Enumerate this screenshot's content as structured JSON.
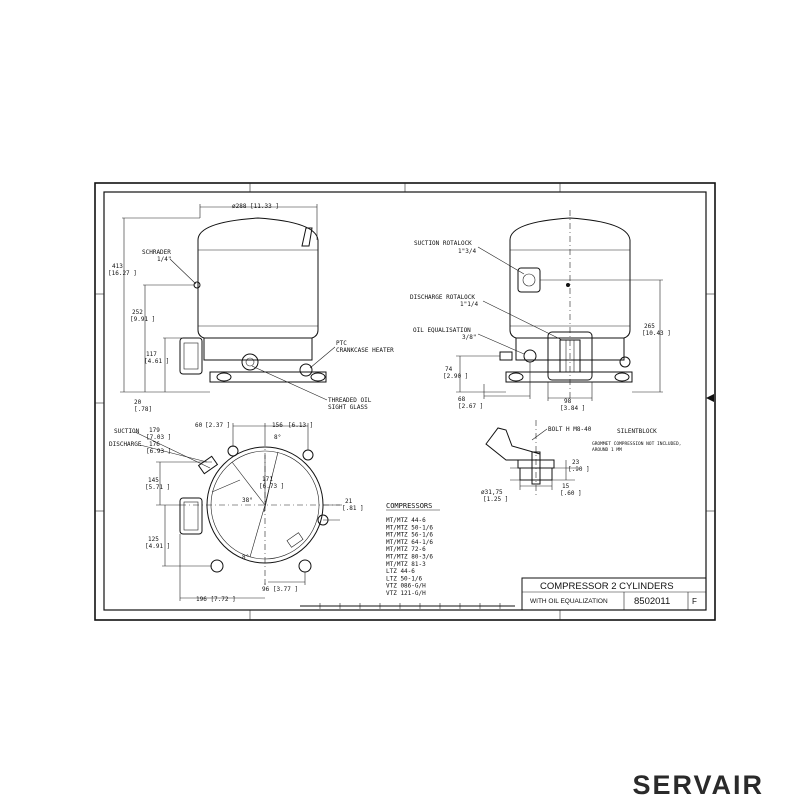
{
  "brand": {
    "logo_text": "SERVAIR"
  },
  "title_block": {
    "title": "COMPRESSOR 2 CYLINDERS",
    "subtitle": "WITH OIL EQUALIZATION",
    "drawing_number": "8502011",
    "revision": "F"
  },
  "side_view": {
    "diameter": "ø288 [11.33 ]",
    "height_total": "413",
    "height_total_in": "[16.27 ]",
    "height_schrader": "252",
    "height_schrader_in": "[9.91 ]",
    "height_oil": "117",
    "height_oil_in": "[4.61 ]",
    "base": "20",
    "base_in": "[.78]",
    "schrader_label": "SCHRADER",
    "schrader_size": "1/4\"",
    "ptc_label": "PTC",
    "ptc_label_2": "CRANKCASE HEATER",
    "sight_glass_1": "THREADED OIL",
    "sight_glass_2": "SIGHT GLASS"
  },
  "front_view": {
    "suction_label": "SUCTION ROTALOCK",
    "suction_size": "1\"3/4",
    "discharge_label": "DISCHARGE ROTALOCK",
    "discharge_size": "1\"1/4",
    "oil_label": "OIL EQUALISATION",
    "oil_size": "3/8\"",
    "h265": "265",
    "h265_in": "[10.43 ]",
    "h74": "74",
    "h74_in": "[2.90 ]",
    "w68": "68",
    "w68_in": "[2.67 ]",
    "w98": "98",
    "w98_in": "[3.84 ]"
  },
  "top_view": {
    "suction": "SUCTION",
    "discharge": "DISCHARGE",
    "d179": "179",
    "d179_in": "[7.03 ]",
    "d176": "176",
    "d176_in": "[6.93 ]",
    "d145": "145",
    "d145_in": "[5.71 ]",
    "d125": "125",
    "d125_in": "[4.91 ]",
    "d60": "60",
    "d60_in": "[2.37 ]",
    "d156": "156",
    "d156_in": "[6.13 ]",
    "d171": "171",
    "d171_in": "[6.73 ]",
    "a38": "38°",
    "a8": "8°",
    "a8b": "8°",
    "d21": "21",
    "d21_in": "[.81 ]",
    "d96": "96 [3.77 ]",
    "d196": "196 [7.72 ]"
  },
  "silentblock": {
    "title": "SILENTBLOCK",
    "note_1": "GROMMET COMPRESSION NOT INCLUDED,",
    "note_2": "AROUND 1 MM",
    "bolt": "BOLT H M8-40",
    "d23": "23",
    "d23_in": "[.90 ]",
    "d15": "15",
    "d15_in": "[.60 ]",
    "dia": "ø31,75",
    "dia_in": "[1.25 ]"
  },
  "compressors": {
    "header": "COMPRESSORS",
    "models": [
      "MT/MTZ 44-6",
      "MT/MTZ 50-1/6",
      "MT/MTZ 56-1/6",
      "MT/MTZ 64-1/6",
      "MT/MTZ 72-6",
      "MT/MTZ 80-3/6",
      "MT/MTZ 81-3",
      "LTZ 44-6",
      "LTZ 50-1/6",
      "VTZ 086-G/H",
      "VTZ 121-G/H"
    ]
  }
}
